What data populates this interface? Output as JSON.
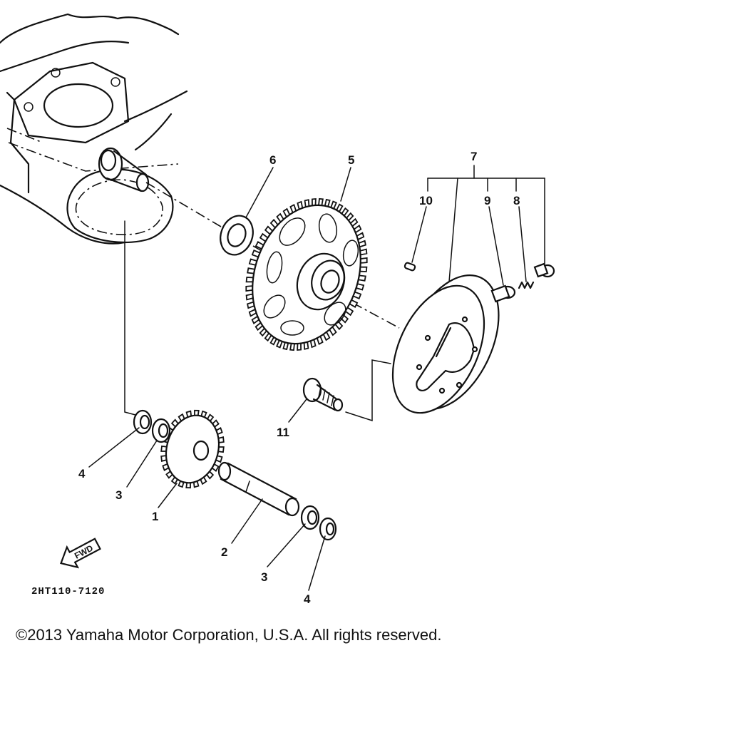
{
  "diagram": {
    "callouts": {
      "p1": "1",
      "p2": "2",
      "p3a": "3",
      "p3b": "3",
      "p4a": "4",
      "p4b": "4",
      "p5": "5",
      "p6": "6",
      "p7": "7",
      "p8": "8",
      "p9": "9",
      "p10": "10",
      "p11": "11"
    },
    "direction_label": "FWD",
    "drawing_code": "2HT110-7120",
    "line_color": "#111111",
    "background_color": "#ffffff"
  },
  "footer": {
    "copyright": "©2013 Yamaha Motor Corporation, U.S.A. All rights reserved."
  }
}
